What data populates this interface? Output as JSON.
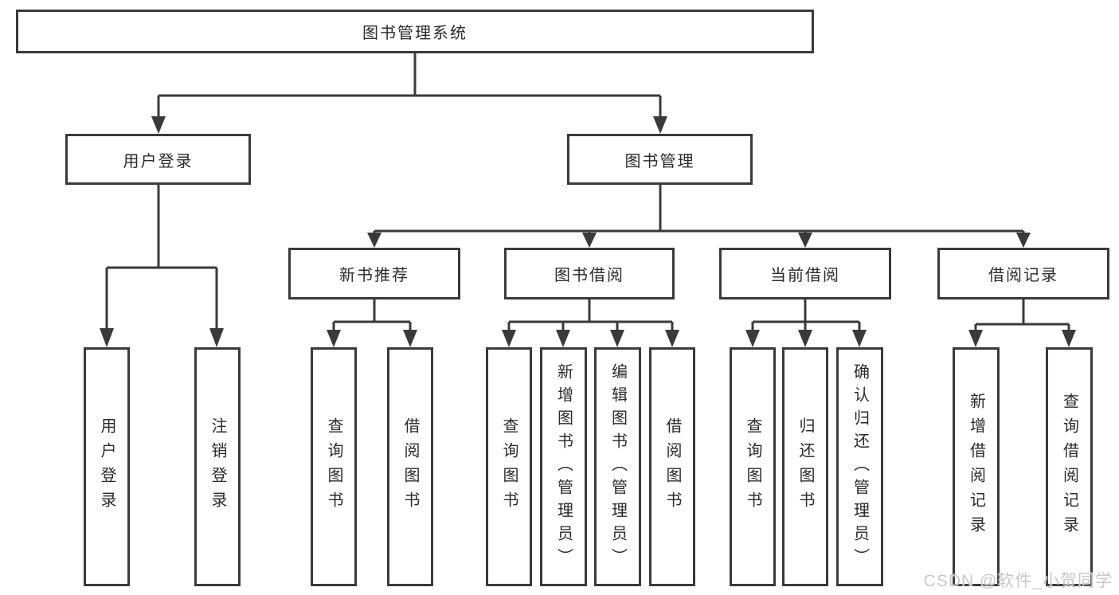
{
  "root": {
    "label": "图书管理系统"
  },
  "level2": {
    "user_login": {
      "label": "用户登录"
    },
    "book_management": {
      "label": "图书管理"
    }
  },
  "level3": {
    "new_books": {
      "label": "新书推荐"
    },
    "borrowing": {
      "label": "图书借阅"
    },
    "current": {
      "label": "当前借阅"
    },
    "records": {
      "label": "借阅记录"
    }
  },
  "leaves": {
    "user_login": {
      "children": [
        "用户登录",
        "注销登录"
      ]
    },
    "new_books": {
      "children": [
        "查询图书",
        "借阅图书"
      ]
    },
    "borrowing": {
      "children": [
        "查询图书",
        "新增图书（管理员）",
        "编辑图书（管理员）",
        "借阅图书"
      ]
    },
    "current": {
      "children": [
        "查询图书",
        "归还图书",
        "确认归还（管理员）"
      ]
    },
    "records": {
      "children": [
        "新增借阅记录",
        "查询借阅记录"
      ]
    }
  },
  "watermark": {
    "text": "CSDN @软件_小贺同学"
  },
  "colors": {
    "line": "#3a3a3a",
    "text": "#2b2b2b",
    "box_background": "#ffffff",
    "watermark": "#c9c9c9"
  }
}
